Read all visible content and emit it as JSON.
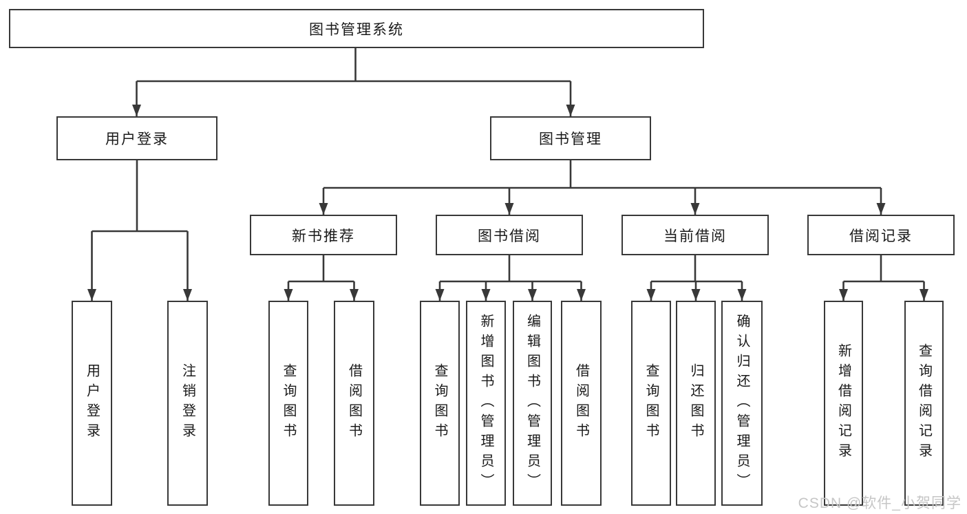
{
  "tree": {
    "root": {
      "label": "图书管理系统"
    },
    "branches": [
      {
        "label": "用户登录",
        "children": [
          {
            "label": "用户登录"
          },
          {
            "label": "注销登录"
          }
        ]
      },
      {
        "label": "图书管理",
        "children": [
          {
            "label": "新书推荐",
            "children": [
              {
                "label": "查询图书"
              },
              {
                "label": "借阅图书"
              }
            ]
          },
          {
            "label": "图书借阅",
            "children": [
              {
                "label": "查询图书"
              },
              {
                "label": "新增图书（管理员）"
              },
              {
                "label": "编辑图书（管理员）"
              },
              {
                "label": "借阅图书"
              }
            ]
          },
          {
            "label": "当前借阅",
            "children": [
              {
                "label": "查询图书"
              },
              {
                "label": "归还图书"
              },
              {
                "label": "确认归还（管理员）"
              }
            ]
          },
          {
            "label": "借阅记录",
            "children": [
              {
                "label": "新增借阅记录"
              },
              {
                "label": "查询借阅记录"
              }
            ]
          }
        ]
      }
    ]
  },
  "watermark": {
    "text": "CSDN @软件_小贺同学"
  },
  "colors": {
    "line": "#383838",
    "text": "#1a1a1a",
    "watermark": "#c6c6c6",
    "background": "#ffffff"
  }
}
